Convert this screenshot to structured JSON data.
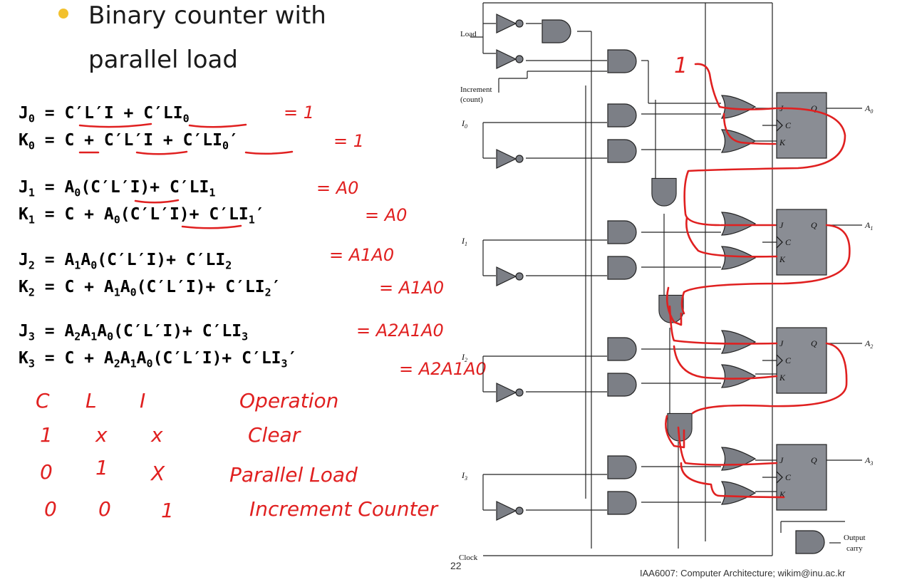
{
  "slide": {
    "bullet_line1": "Binary counter with",
    "bullet_line2": "parallel load",
    "footer": "IAA6007: Computer Architecture; wikim@inu.ac.kr",
    "page_number": "22"
  },
  "equations": {
    "j0_lhs": "J",
    "j0_sub": "0",
    "j0_rhs": "= C′L′I + C′LI",
    "j0_rhs_sub": "0",
    "j0_tail": "",
    "k0_lhs": "K",
    "k0_sub": "0",
    "k0_rhs": "= C + C′L′I + C′LI",
    "k0_rhs_sub": "0",
    "k0_tail": "′",
    "j1_lhs": "J",
    "j1_sub": "1",
    "j1_rhs": "= A",
    "j1_a_sub": "0",
    "j1_mid": "(C′L′I)+ C′LI",
    "j1_rhs_sub": "1",
    "j1_tail": "",
    "k1_lhs": "K",
    "k1_sub": "1",
    "k1_rhs": "= C + A",
    "k1_a_sub": "0",
    "k1_mid": "(C′L′I)+ C′LI",
    "k1_rhs_sub": "1",
    "k1_tail": "′",
    "j2_lhs": "J",
    "j2_sub": "2",
    "j2_rhs": "= A",
    "j2_a1_sub": "1",
    "j2_a": "A",
    "j2_a0_sub": "0",
    "j2_mid": "(C′L′I)+ C′LI",
    "j2_rhs_sub": "2",
    "j2_tail": "",
    "k2_lhs": "K",
    "k2_sub": "2",
    "k2_rhs": "= C + A",
    "k2_a1_sub": "1",
    "k2_a": "A",
    "k2_a0_sub": "0",
    "k2_mid": "(C′L′I)+ C′LI",
    "k2_rhs_sub": "2",
    "k2_tail": "′",
    "j3_lhs": "J",
    "j3_sub": "3",
    "j3_rhs": "= A",
    "j3_a2_sub": "2",
    "j3_a": "A",
    "j3_a1_sub": "1",
    "j3_a0": "A",
    "j3_a0_sub": "0",
    "j3_mid": "(C′L′I)+ C′LI",
    "j3_rhs_sub": "3",
    "j3_tail": "",
    "k3_lhs": "K",
    "k3_sub": "3",
    "k3_rhs": "= C + A",
    "k3_a2_sub": "2",
    "k3_a": "A",
    "k3_a1_sub": "1",
    "k3_a0": "A",
    "k3_a0_sub": "0",
    "k3_mid": "(C′L′I)+ C′LI",
    "k3_rhs_sub": "3",
    "k3_tail": "′"
  },
  "handwritten_results": {
    "j0": "= 1",
    "k0": "= 1",
    "j1": "= A0",
    "k1": "= A0",
    "j2": "= A1A0",
    "k2": "= A1A0",
    "j3": "= A2A1A0",
    "k3": "= A2A1A0"
  },
  "handwritten_table": {
    "headers": [
      "C",
      "L",
      "I",
      "Operation"
    ],
    "rows": [
      [
        "1",
        "x",
        "x",
        "Clear"
      ],
      [
        "0",
        "1",
        "X",
        "Parallel Load"
      ],
      [
        "0",
        "0",
        "1",
        "Increment Counter"
      ]
    ]
  },
  "diagram": {
    "load_label": "Load",
    "increment_label_1": "Increment",
    "increment_label_2": "(count)",
    "input_i0": "I",
    "input_i0_sub": "0",
    "input_i1": "I",
    "input_i1_sub": "1",
    "input_i2": "I",
    "input_i2_sub": "2",
    "input_i3": "I",
    "input_i3_sub": "3",
    "clock_label": "Clock",
    "output_carry_1": "Output",
    "output_carry_2": "carry",
    "out_a0": "A",
    "out_a0_sub": "0",
    "out_a1": "A",
    "out_a1_sub": "1",
    "out_a2": "A",
    "out_a2_sub": "2",
    "out_a3": "A",
    "out_a3_sub": "3",
    "ff_j": "J",
    "ff_k": "K",
    "ff_c": "C",
    "ff_q": "Q",
    "annotation_one": "1"
  },
  "colors": {
    "ink_red": "#e02020",
    "gate_fill": "#7c7f86",
    "ff_fill": "#8a8d94",
    "bullet": "#f2c12e"
  }
}
